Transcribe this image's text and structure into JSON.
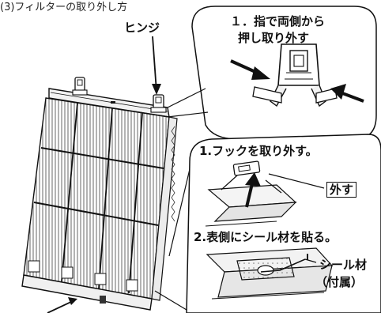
{
  "labels": {
    "top_caption": "(3)フィルターの取り外し方",
    "hinge": "ヒンジ",
    "step1_line1": "１．指で両側から",
    "step1_line2": "押し取り外す",
    "step_hook": "1.フックを取り外す。",
    "remove_badge": "外す",
    "step_seal": "2.表側にシール材を貼る。",
    "seal_line1": "シール材",
    "seal_line2": "（付属）"
  },
  "colors": {
    "ink": "#111111",
    "paper": "#ffffff",
    "mesh": "#555555",
    "part_fill": "#e9e9e9"
  },
  "icons": {
    "hinge_detail": "hinge-clip-icon",
    "hook_detail": "hook-release-icon",
    "seal_detail": "seal-tape-icon"
  }
}
